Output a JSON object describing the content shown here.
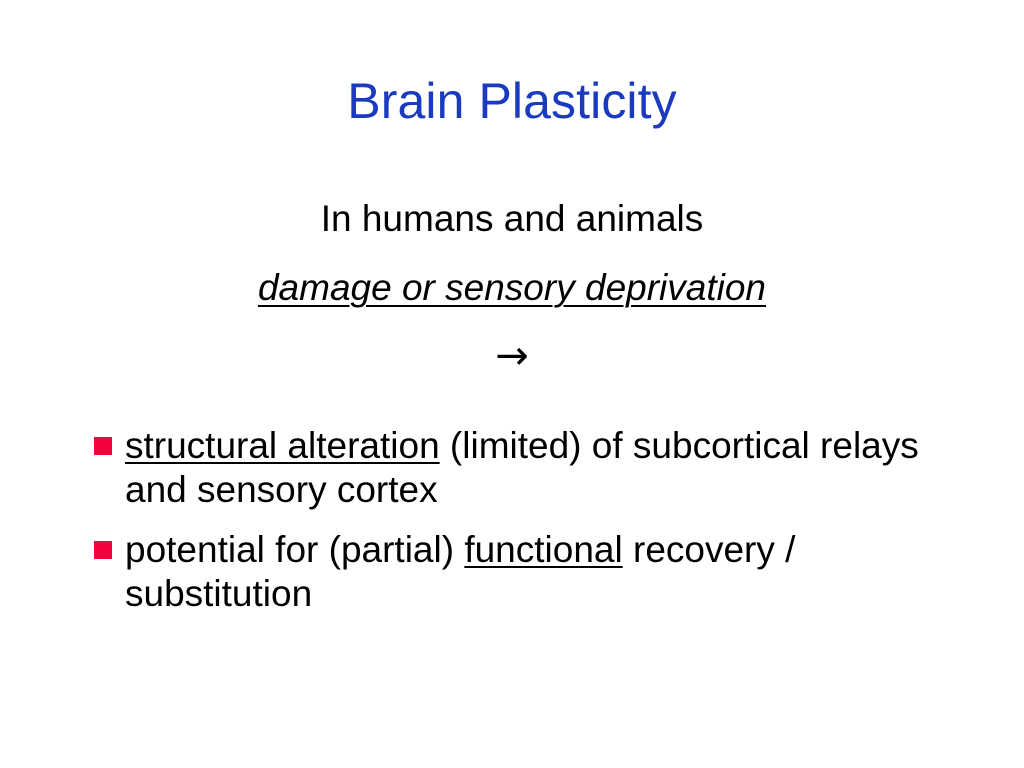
{
  "slide": {
    "title": "Brain Plasticity",
    "title_color": "#1a3ac0",
    "background_color": "#ffffff",
    "text_color": "#000000",
    "bullet_marker_color": "#f4003c"
  },
  "intro": {
    "line1": "In humans and animals",
    "line2": "damage or sensory deprivation",
    "arrow": "→"
  },
  "bullets": [
    {
      "marker": "red-square-bullet",
      "segments": [
        {
          "text": "structural alteration",
          "underline": true
        },
        {
          "text": " (limited) of subcortical relays and sensory cortex",
          "underline": false
        }
      ],
      "part_underlined": "structural alteration",
      "part_plain": " (limited) of subcortical relays and sensory cortex"
    },
    {
      "marker": "red-square-bullet",
      "segments": [
        {
          "text": "potential for (partial) ",
          "underline": false
        },
        {
          "text": "functional",
          "underline": true
        },
        {
          "text": " recovery / substitution",
          "underline": false
        }
      ],
      "part_before": "potential for (partial) ",
      "part_underlined": "functional",
      "part_after": " recovery / substitution"
    }
  ]
}
